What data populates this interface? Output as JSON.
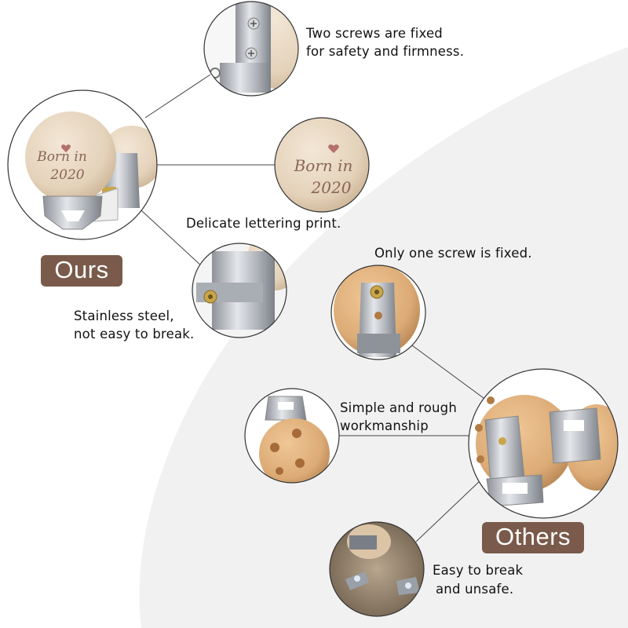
{
  "ours": {
    "badge": "Ours",
    "labels": {
      "screws_line1": "Two screws are fixed",
      "screws_line2": "for safety and firmness.",
      "lettering": "Delicate lettering print.",
      "steel_line1": "Stainless steel,",
      "steel_line2": "not easy to break."
    },
    "engraving": {
      "line1": "Born in",
      "line2": "2020"
    }
  },
  "others": {
    "badge": "Others",
    "labels": {
      "one_screw": "Only one screw is fixed.",
      "rough_line1": "Simple and rough",
      "rough_line2": "workmanship",
      "break_line1": "Easy to break",
      "break_line2": "and unsafe."
    }
  },
  "colors": {
    "badge_bg": "#7a5a4a",
    "wood_light": "#e8d8c2",
    "wood_dark": "#dcae7c",
    "steel": "#b9bcc2",
    "background_swoosh": "#f1f1f1"
  }
}
